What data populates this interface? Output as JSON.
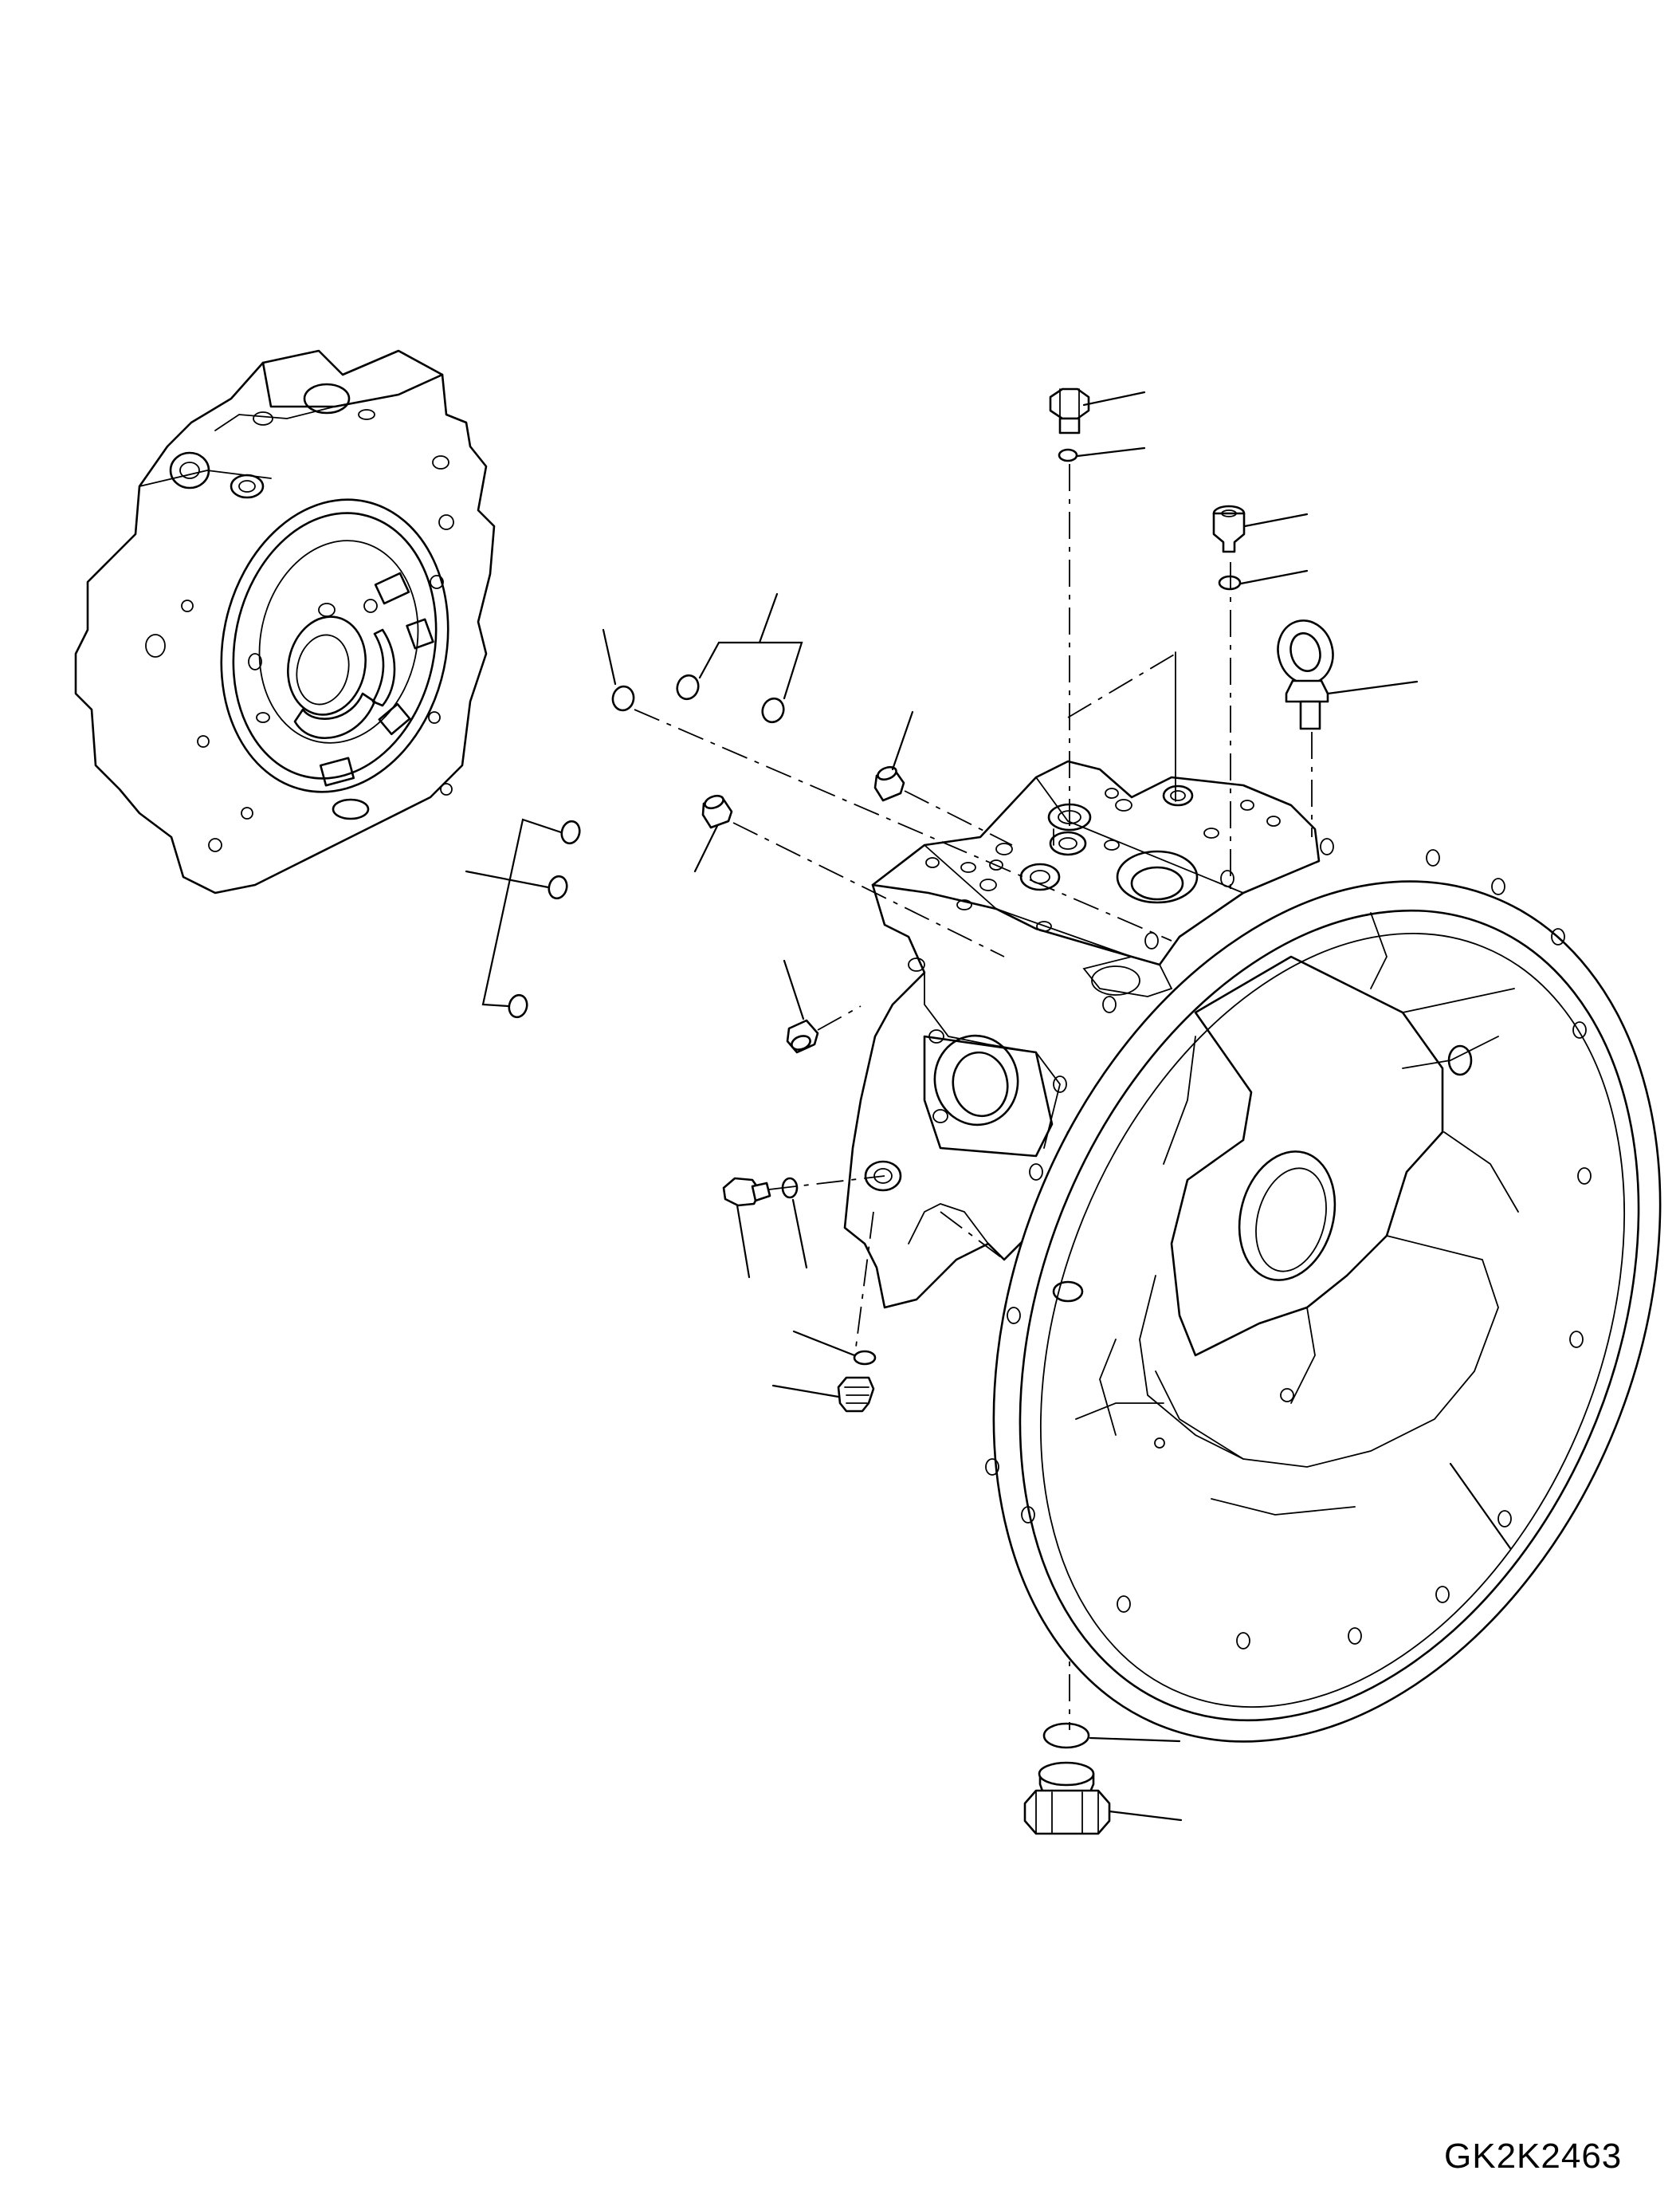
{
  "diagram": {
    "drawing_code": "GK2K2463",
    "line_color": "#000000",
    "background_color": "#ffffff",
    "parts": [
      {
        "name": "valve-block-assembly"
      },
      {
        "name": "flange-bolt-top"
      },
      {
        "name": "o-ring-top"
      },
      {
        "name": "socket-plug"
      },
      {
        "name": "o-ring-small"
      },
      {
        "name": "eye-bolt"
      },
      {
        "name": "o-ring-group"
      },
      {
        "name": "o-ring-left-group"
      },
      {
        "name": "plug-a"
      },
      {
        "name": "plug-b"
      },
      {
        "name": "plug-c"
      },
      {
        "name": "bolt-side"
      },
      {
        "name": "o-ring-side"
      },
      {
        "name": "pump-housing"
      },
      {
        "name": "o-ring-lower"
      },
      {
        "name": "plug-lower"
      },
      {
        "name": "o-ring-bottom"
      },
      {
        "name": "drain-plug-bottom"
      }
    ]
  }
}
